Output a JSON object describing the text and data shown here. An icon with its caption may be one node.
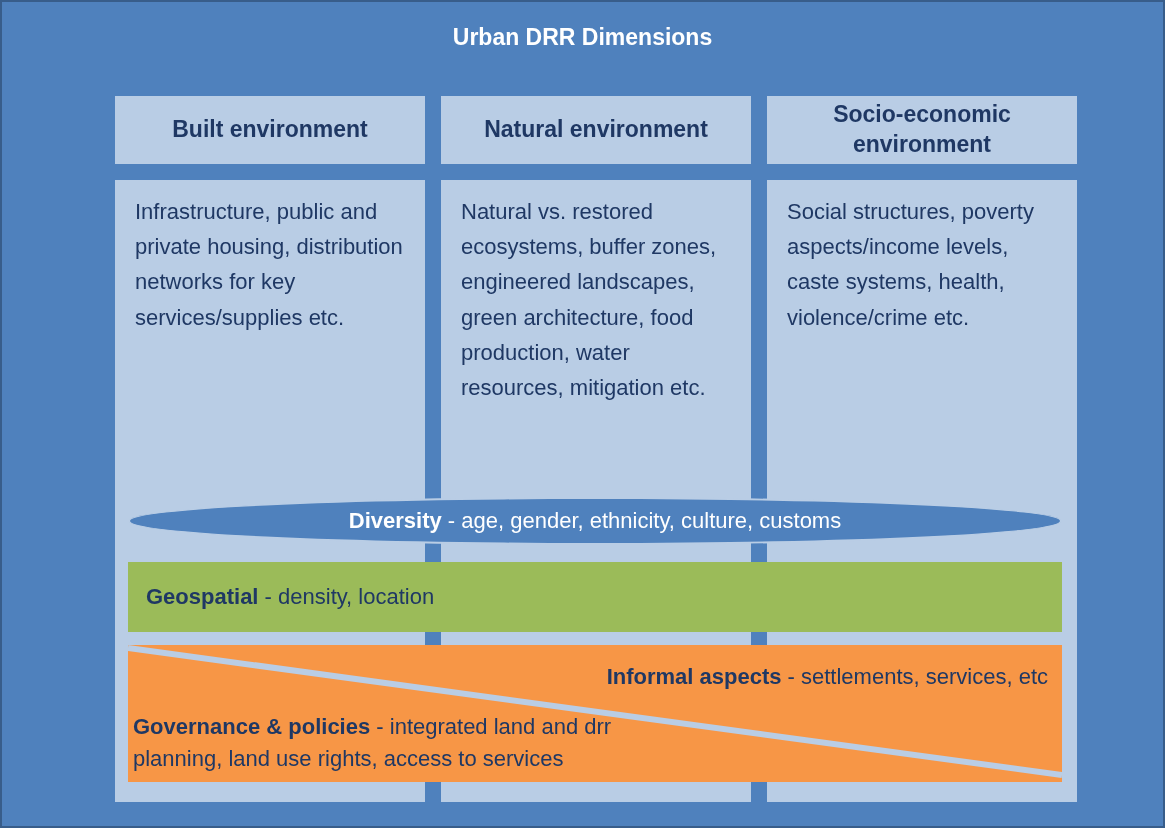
{
  "diagram": {
    "title": "Urban DRR Dimensions",
    "nodes": [
      {
        "text": [
          "Built environment"
        ]
      },
      {
        "text": [
          "Natural environment"
        ]
      },
      {
        "text": [
          "Socio-economic environment"
        ]
      },
      {
        "text": [
          "Infrastructure, public and private housing, distribution networks for key services/supplies etc."
        ]
      },
      {
        "text": [
          "Natural vs. restored ecosystems, buffer zones, engineered landscapes, green architecture, food production, water resources, mitigation etc."
        ]
      },
      {
        "text": [
          "Social structures, poverty aspects/income levels, caste systems, health, violence/crime etc."
        ]
      },
      {
        "text": [
          "**Diversity** - age, gender, ethnicity, culture, customs"
        ]
      },
      {
        "text": [
          "**Geospatial** - density, location"
        ]
      },
      {
        "text": [
          "**Informal aspects** - settlements, services, etc",
          "**Governance & policies** - integrated land and drr planning, land use rights, access to services"
        ]
      }
    ]
  }
}
